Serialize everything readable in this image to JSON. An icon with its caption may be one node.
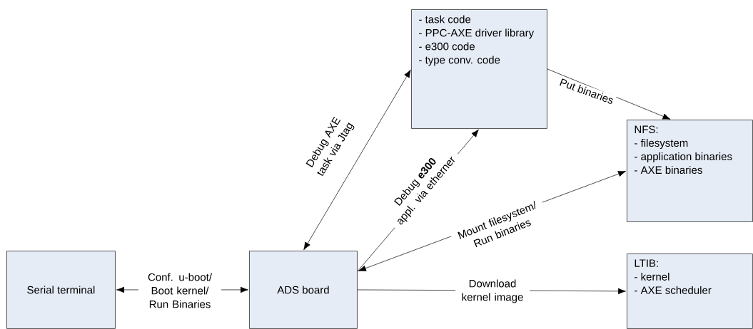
{
  "diagram": {
    "nodes": [
      {
        "text": [
          "Serial terminal"
        ]
      },
      {
        "text": [
          "ADS board"
        ]
      },
      {
        "text": [
          "- task code",
          "- PPC-AXE driver library",
          "- e300 code",
          "- type conv. code"
        ]
      },
      {
        "text": [
          "NFS:",
          "- filesystem",
          "- application binaries",
          "- AXE binaries"
        ]
      },
      {
        "text": [
          "LTIB:",
          "- kernel",
          "- AXE scheduler"
        ]
      }
    ],
    "edges": [
      {
        "from": 0,
        "to": 1,
        "arrow": "both",
        "label": "Conf. u-boot/ Boot kernel/ Run Binaries"
      },
      {
        "from": 1,
        "to": 2,
        "arrow": "both",
        "label": "Debug AXE task via Jtag"
      },
      {
        "from": 1,
        "to": 2,
        "arrow": "to",
        "label": "Debug **e300** appl. via etherner"
      },
      {
        "from": 1,
        "to": 3,
        "arrow": "both",
        "label": "Mount filesystem/ Run binaries"
      },
      {
        "from": 2,
        "to": 3,
        "arrow": "to",
        "label": "Put binaries"
      },
      {
        "from": 1,
        "to": 4,
        "arrow": "to",
        "label": "Download kernel image"
      }
    ]
  }
}
